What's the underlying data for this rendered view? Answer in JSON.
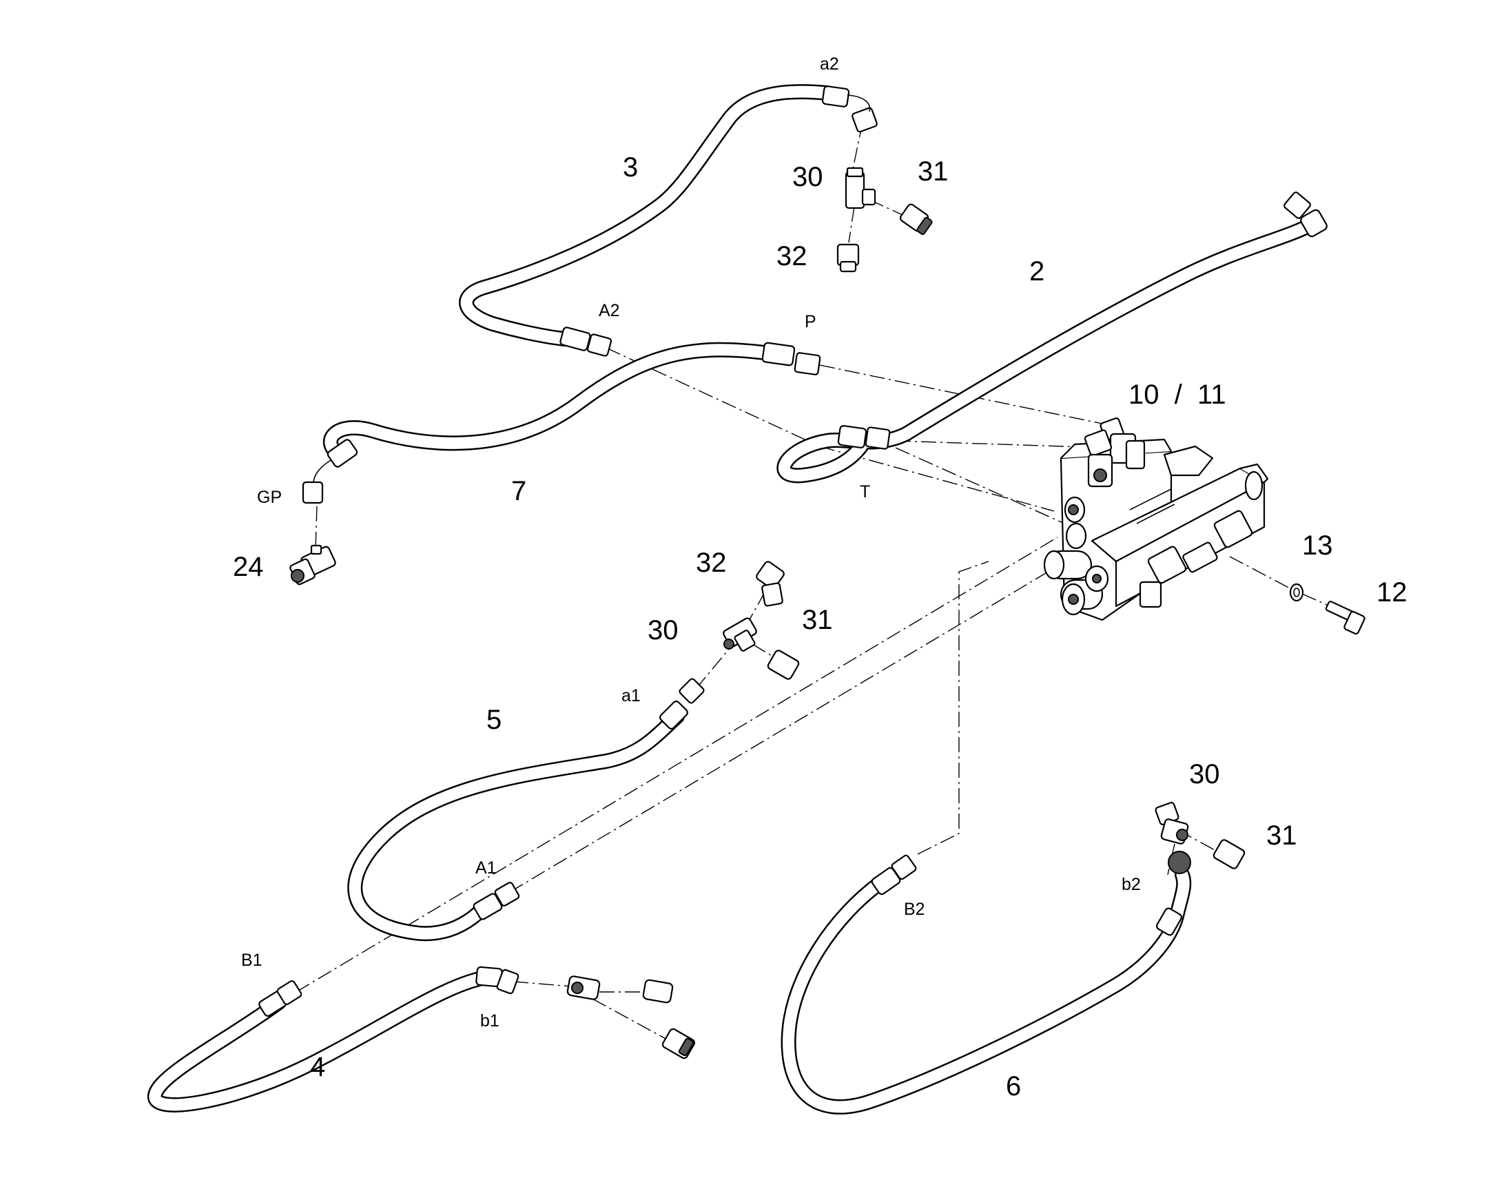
{
  "callouts": {
    "part_2": "2",
    "part_3": "3",
    "part_4": "4",
    "part_5": "5",
    "part_6": "6",
    "part_7": "7",
    "part_10_11": "10  /  11",
    "part_12": "12",
    "part_13": "13",
    "part_24": "24",
    "part_30_top": "30",
    "part_31_top": "31",
    "part_32_top": "32",
    "part_32_mid": "32",
    "part_30_mid": "30",
    "part_31_mid": "31",
    "part_30_right": "30",
    "part_31_right": "31"
  },
  "ports": {
    "a2": "a2",
    "A2": "A2",
    "P": "P",
    "T": "T",
    "GP": "GP",
    "a1": "a1",
    "A1": "A1",
    "B1": "B1",
    "b1": "b1",
    "B2": "B2",
    "b2": "b2"
  }
}
